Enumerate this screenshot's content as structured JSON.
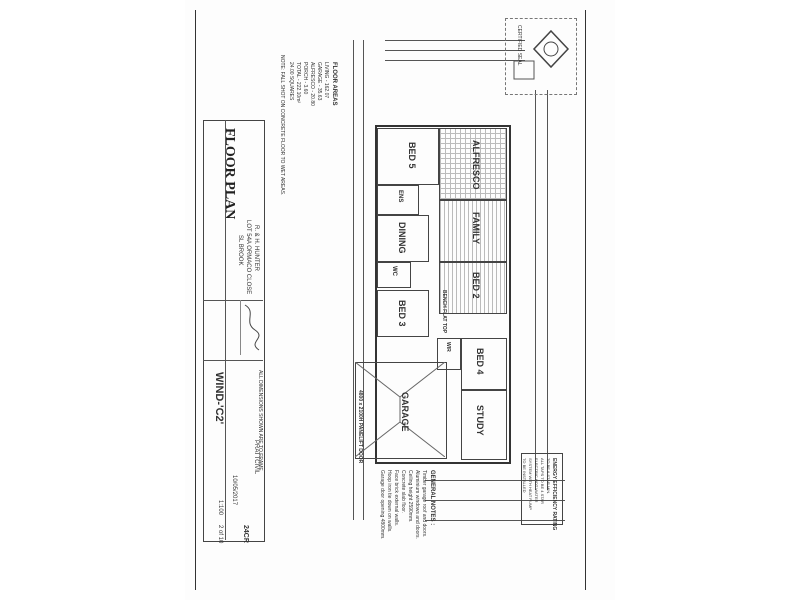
{
  "sheet": {
    "title": "FLOOR PLAN",
    "address_lines": [
      "LOT 54A ORMACO CLOSE",
      "SL BROOK"
    ],
    "client_line": "R. & H. HUNTER",
    "wind_rating": "WIND-'C2'",
    "scale": "1:100",
    "sheet_no": "2 of 10",
    "drawing_no": "24CR",
    "date": "10/05/2017",
    "drawn_by": "PRATTCIVIL"
  },
  "floor_areas": {
    "heading": "FLOOR AREAS",
    "lines": [
      "LIVING - 162.07",
      "GARAGE - 35.63",
      "ALFRESCO - 20.80",
      "PORCH - 3.60",
      "TOTAL - 222.10m²",
      "24.00 SQUARES"
    ]
  },
  "rooms": [
    "BED 5",
    "ALFRESCO",
    "FAMILY",
    "BED 2",
    "DINING",
    "BED 3",
    "BED 4",
    "STUDY",
    "GARAGE",
    "WC",
    "ENS",
    "WIR"
  ],
  "notes": {
    "general_heading": "GENERAL NOTES :",
    "general_lines": [
      "Timber garage roof and doors.",
      "Aluminium windows and doors.",
      "Ceiling height 2590mm.",
      "Concrete slab floor.",
      "Face brick external walls.",
      "Hoop iron tie down on walls.",
      "Garage door opening 4800mm."
    ],
    "energy_heading": "ENERGY EFFICIENCY RATING",
    "energy_lines": [
      "TO BE 6 STAR MIN.",
      "ALL TAPS TO BE 4 STAR",
      "ELECTRIC HOT WATER",
      "SYSTEM WITH HEAT PUMP",
      "TO BE INSTALLED"
    ],
    "top_note": "NOTE: FALL SHOT ON CONCRETE FLOOR TO WET AREAS.",
    "bottom_note": "ALL DIMENSIONS SHOWN ARE TO FRAME"
  },
  "door_labels": {
    "garage_door": "4800 x 2100H PANELIFT DOOR",
    "bench": "BENCH FLAT TOP"
  },
  "stamp": {
    "text": "CERTIFIED SEAL"
  }
}
